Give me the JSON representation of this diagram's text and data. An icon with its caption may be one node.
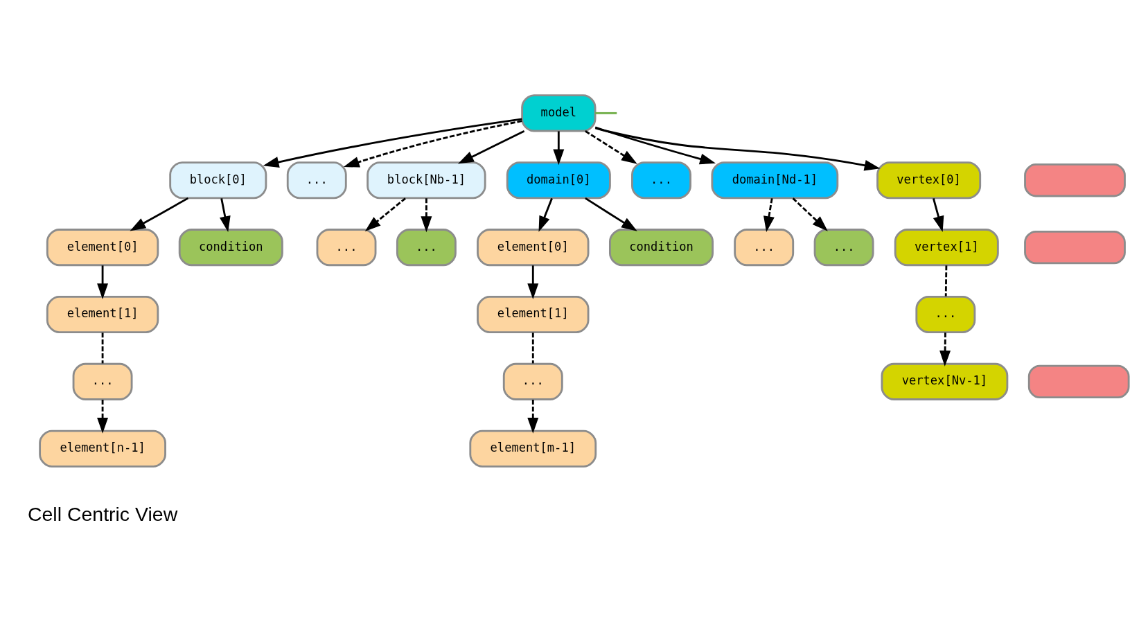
{
  "diagram": {
    "nodes": [
      {
        "text": [
          "model"
        ]
      },
      {
        "text": [
          "block[0]"
        ]
      },
      {
        "text": [
          "..."
        ]
      },
      {
        "text": [
          "block[Nb-1]"
        ]
      },
      {
        "text": [
          "domain[0]"
        ]
      },
      {
        "text": [
          "..."
        ]
      },
      {
        "text": [
          "domain[Nd-1]"
        ]
      },
      {
        "text": [
          "vertex[0]"
        ]
      },
      {
        "text": [],
        "shape": "box"
      },
      {
        "text": [
          "element[0]"
        ]
      },
      {
        "text": [
          "condition"
        ]
      },
      {
        "text": [
          "..."
        ]
      },
      {
        "text": [
          "..."
        ]
      },
      {
        "text": [
          "element[0]"
        ]
      },
      {
        "text": [
          "condition"
        ]
      },
      {
        "text": [
          "..."
        ]
      },
      {
        "text": [
          "..."
        ]
      },
      {
        "text": [
          "vertex[1]"
        ]
      },
      {
        "text": [],
        "shape": "box"
      },
      {
        "text": [
          "element[1]"
        ]
      },
      {
        "text": [
          "element[1]"
        ]
      },
      {
        "text": [
          "..."
        ]
      },
      {
        "text": [
          "..."
        ]
      },
      {
        "text": [
          "..."
        ]
      },
      {
        "text": [
          "vertex[Nv-1]"
        ]
      },
      {
        "text": [],
        "shape": "box"
      },
      {
        "text": [
          "element[n-1]"
        ]
      },
      {
        "text": [
          "element[m-1]"
        ]
      }
    ],
    "edges": [
      {
        "from": 0,
        "to": 1,
        "arrow": "to"
      },
      {
        "from": 0,
        "to": 2,
        "arrow": "to",
        "style": "dashed"
      },
      {
        "from": 0,
        "to": 3,
        "arrow": "to"
      },
      {
        "from": 0,
        "to": 4,
        "arrow": "to"
      },
      {
        "from": 0,
        "to": 5,
        "arrow": "to",
        "style": "dashed"
      },
      {
        "from": 0,
        "to": 6,
        "arrow": "to"
      },
      {
        "from": 0,
        "to": 7,
        "arrow": "to"
      },
      {
        "from": 0,
        "to": null,
        "arrow": "none",
        "color": "#70ad47"
      },
      {
        "from": 1,
        "to": 9,
        "arrow": "to"
      },
      {
        "from": 1,
        "to": 10,
        "arrow": "to"
      },
      {
        "from": 3,
        "to": 11,
        "arrow": "to",
        "style": "dashed"
      },
      {
        "from": 3,
        "to": 12,
        "arrow": "to",
        "style": "dashed"
      },
      {
        "from": 4,
        "to": 13,
        "arrow": "to"
      },
      {
        "from": 4,
        "to": 14,
        "arrow": "to"
      },
      {
        "from": 6,
        "to": 15,
        "arrow": "to",
        "style": "dashed"
      },
      {
        "from": 6,
        "to": 16,
        "arrow": "to",
        "style": "dashed"
      },
      {
        "from": 7,
        "to": 17,
        "arrow": "to"
      },
      {
        "from": 17,
        "to": 21,
        "arrow": "none",
        "style": "dashed"
      },
      {
        "from": 21,
        "to": 24,
        "arrow": "to",
        "style": "dashed"
      },
      {
        "from": 9,
        "to": 19,
        "arrow": "to"
      },
      {
        "from": 19,
        "to": 22,
        "arrow": "none",
        "style": "dashed"
      },
      {
        "from": 22,
        "to": 26,
        "arrow": "to",
        "style": "dashed"
      },
      {
        "from": 13,
        "to": 20,
        "arrow": "to"
      },
      {
        "from": 20,
        "to": 23,
        "arrow": "none",
        "style": "dashed"
      },
      {
        "from": 23,
        "to": 27,
        "arrow": "to",
        "style": "dashed"
      }
    ],
    "labels": [
      "Cell Centric View"
    ]
  }
}
